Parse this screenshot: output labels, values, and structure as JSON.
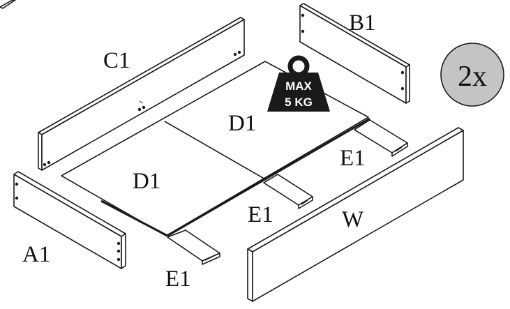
{
  "labels": {
    "a1": "A1",
    "b1": "B1",
    "c1": "C1",
    "d1_front": "D1",
    "d1_back": "D1",
    "e1_front": "E1",
    "e1_middle": "E1",
    "e1_back": "E1",
    "w": "W"
  },
  "quantity_badge": {
    "text": "2x",
    "fill": "#c4c4c4"
  },
  "weight_icon": {
    "line1": "MAX",
    "line2": "5 KG",
    "fill": "#1a1a1a"
  },
  "colors": {
    "panel": "#ffffff",
    "line": "#1a1a1a"
  }
}
